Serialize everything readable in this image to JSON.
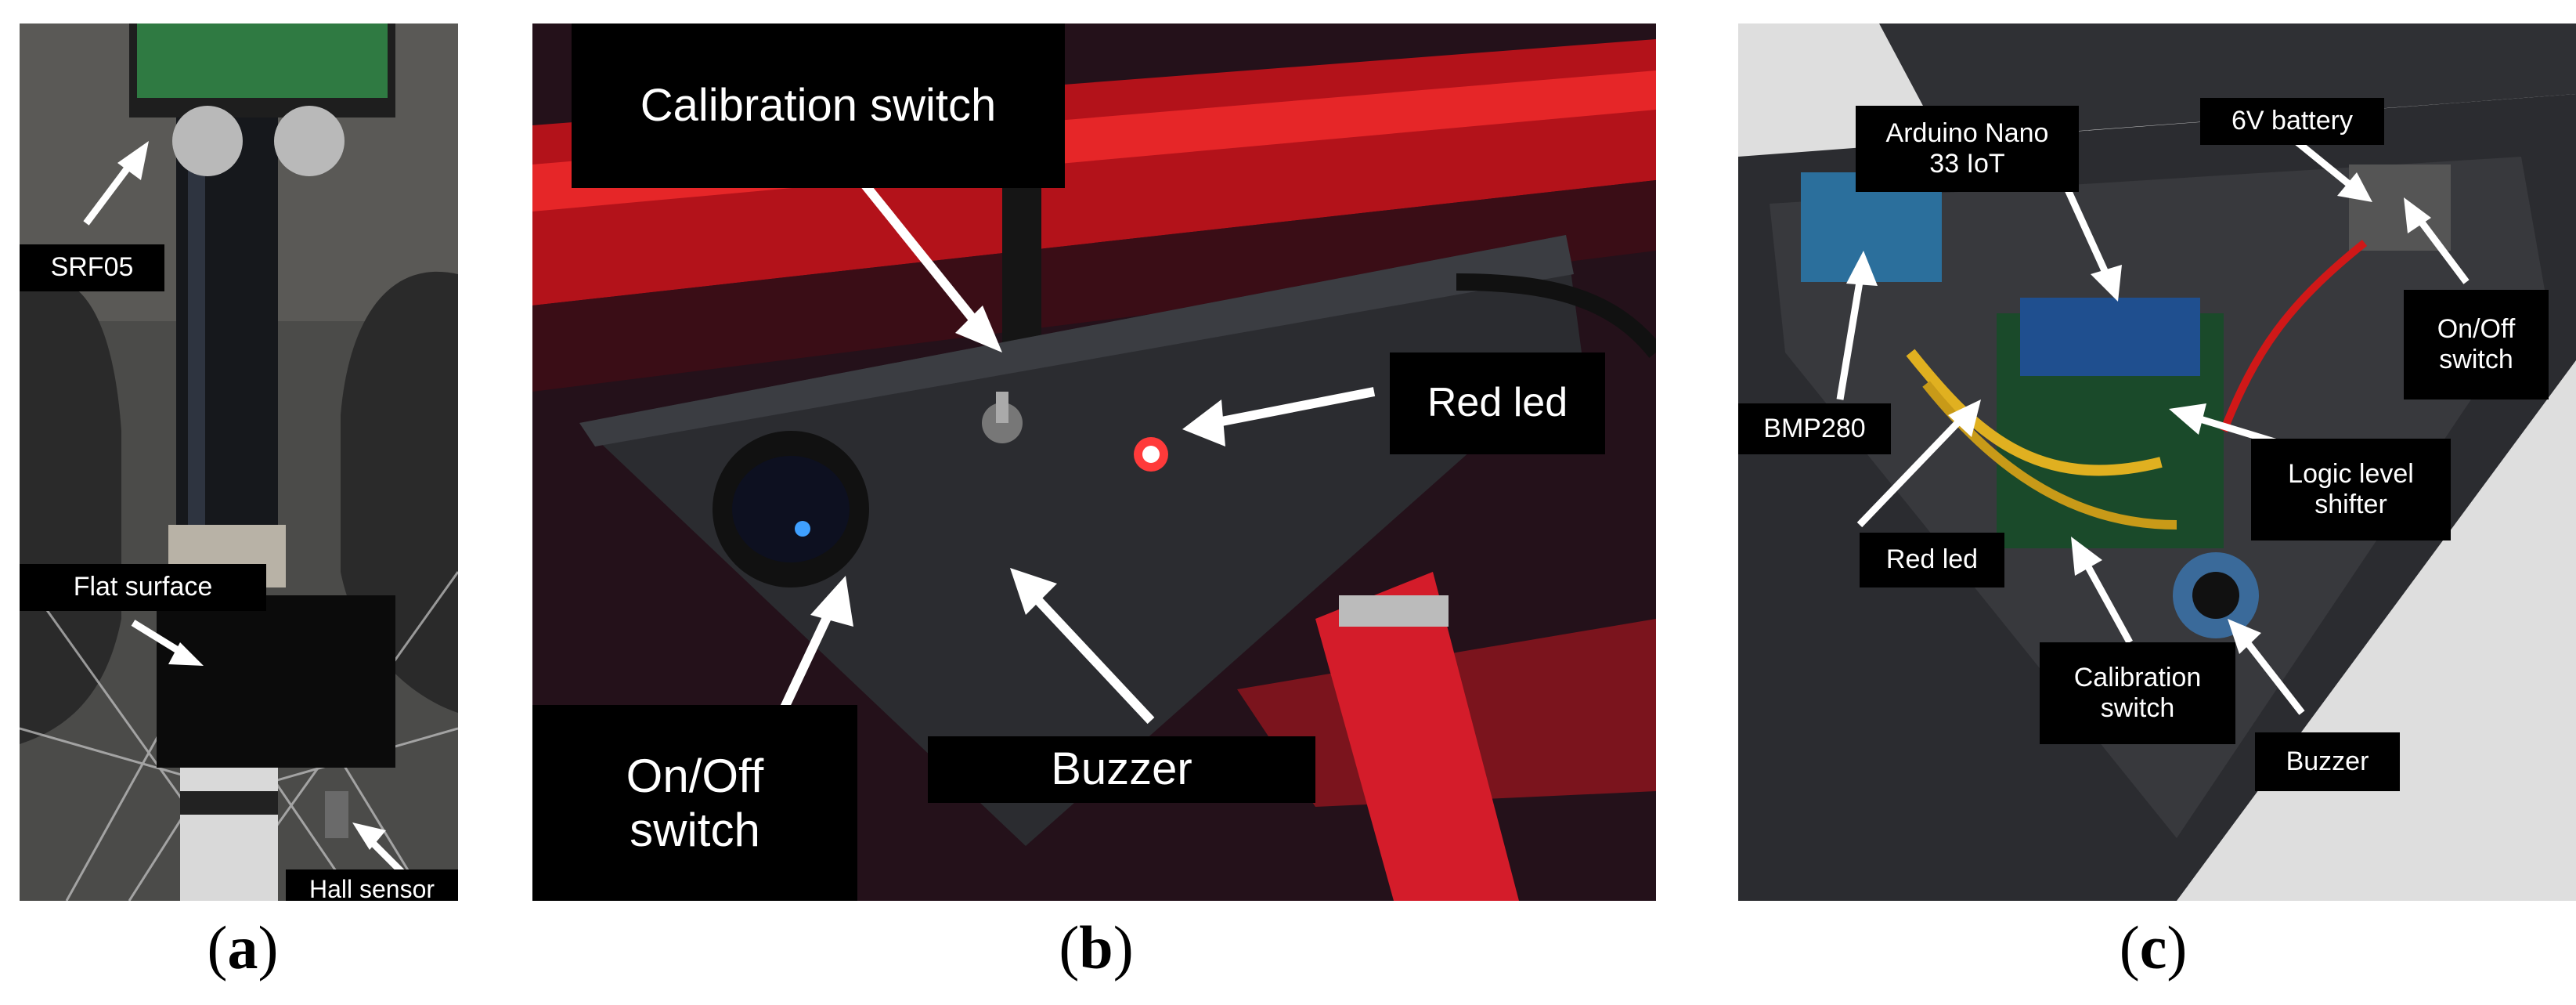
{
  "panel_a": {
    "labels": {
      "srf05": "SRF05",
      "flat_surface": "Flat surface",
      "hall_sensor": "Hall sensor"
    }
  },
  "panel_b": {
    "labels": {
      "calibration_switch": "Calibration switch",
      "red_led": "Red led",
      "on_off_switch": "On/Off\nswitch",
      "buzzer": "Buzzer"
    }
  },
  "panel_c": {
    "labels": {
      "arduino": "Arduino Nano\n33 IoT",
      "battery": "6V battery",
      "on_off_switch": "On/Off\nswitch",
      "bmp280": "BMP280",
      "logic_shifter": "Logic level\nshifter",
      "red_led": "Red led",
      "calibration_switch": "Calibration\nswitch",
      "buzzer": "Buzzer"
    }
  },
  "captions": {
    "a": "a",
    "b": "b",
    "c": "c"
  },
  "colors": {
    "frame_red": "#d6161c",
    "enclosure_dark": "#2b2c30",
    "label_bg": "#000000",
    "label_text": "#ffffff"
  }
}
